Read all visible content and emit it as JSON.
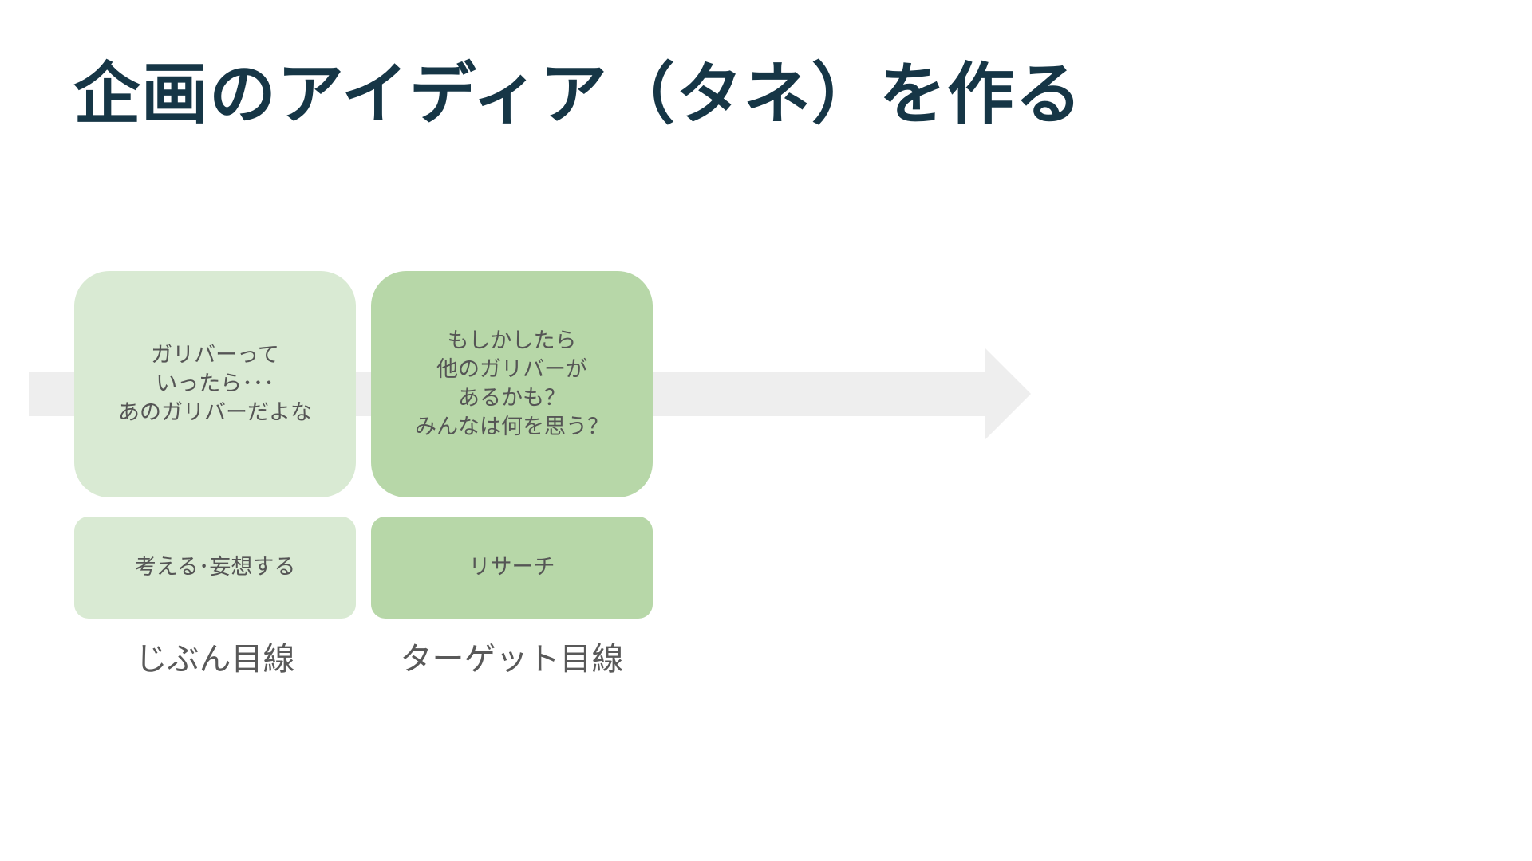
{
  "slide": {
    "title": "企画のアイディア（タネ）を作る"
  },
  "columns": [
    {
      "idea_text": "ガリバーって\nいったら･･･\nあのガリバーだよな",
      "action_label": "考える･妄想する",
      "caption": "じぶん目線"
    },
    {
      "idea_text": "もしかしたら\n他のガリバーが\nあるかも？\nみんなは何を思う？",
      "action_label": "リサーチ",
      "caption": "ターゲット目線"
    }
  ],
  "colors": {
    "title": "#163646",
    "arrow": "#eeeeee",
    "card_light": "#d9ead3",
    "card_medium": "#b7d7a8",
    "body_text": "#555555",
    "caption_text": "#595959"
  }
}
